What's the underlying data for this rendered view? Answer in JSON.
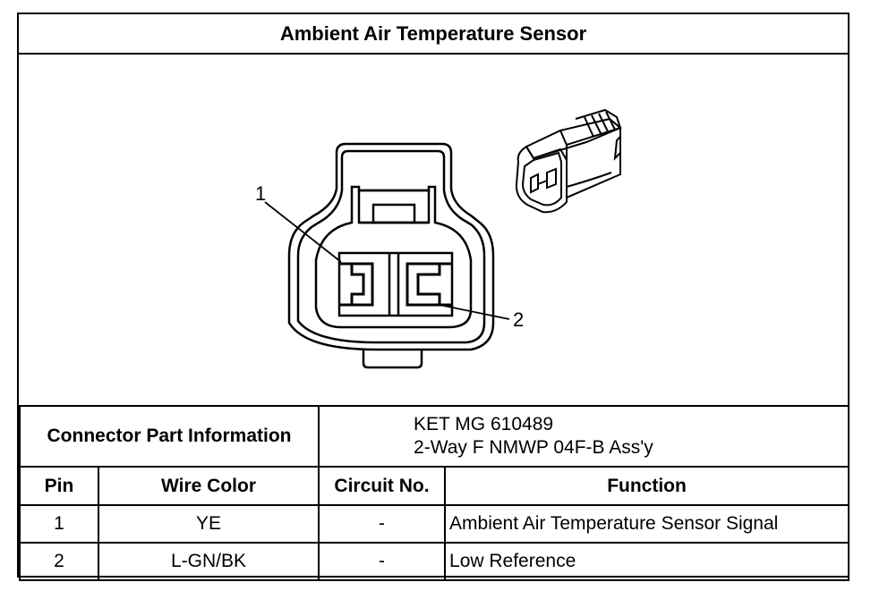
{
  "title": "Ambient Air Temperature Sensor",
  "diagram": {
    "callouts": [
      "1",
      "2"
    ]
  },
  "connector_info": {
    "label": "Connector Part Information",
    "line1": "KET MG 610489",
    "line2": "2-Way F NMWP 04F-B Ass'y"
  },
  "table": {
    "headers": [
      "Pin",
      "Wire Color",
      "Circuit No.",
      "Function"
    ],
    "rows": [
      {
        "pin": "1",
        "wire": "YE",
        "circuit": "-",
        "function": "Ambient Air Temperature Sensor Signal"
      },
      {
        "pin": "2",
        "wire": "L-GN/BK",
        "circuit": "-",
        "function": "Low Reference"
      }
    ]
  }
}
